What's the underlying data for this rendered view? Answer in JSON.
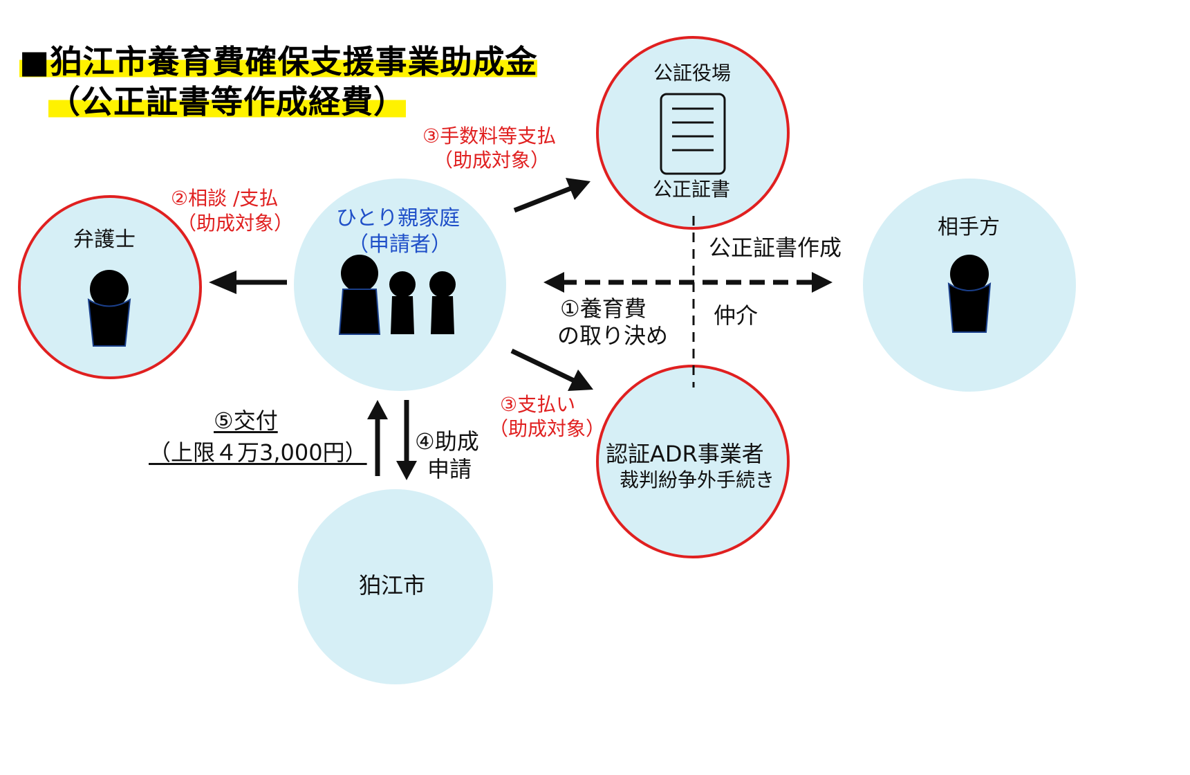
{
  "title": {
    "line1": "■狛江市養育費確保支援事業助成金",
    "line2": "（公正証書等作成経費）"
  },
  "nodes": {
    "lawyer": {
      "label": "弁護士"
    },
    "applicant": {
      "label": "ひとり親家庭",
      "sub": "（申請者）"
    },
    "notary": {
      "label": "公証役場",
      "doc_label": "公正証書"
    },
    "counterparty": {
      "label": "相手方"
    },
    "adr": {
      "label": "認証ADR事業者",
      "sub": "裁判紛争外手続き"
    },
    "city": {
      "label": "狛江市"
    }
  },
  "edges": {
    "consult": {
      "line1": "②相談 /支払",
      "line2": "（助成対象）"
    },
    "notary_fee": {
      "line1": "③手数料等支払",
      "line2": "（助成対象）"
    },
    "adr_pay": {
      "line1": "③支払い",
      "line2": "（助成対象）"
    },
    "agreement": {
      "line1": "①養育費",
      "line2": "の取り決め"
    },
    "notary_create": {
      "label": "公正証書作成"
    },
    "mediation": {
      "label": "仲介"
    },
    "apply": {
      "line1": "④助成",
      "line2": "申請"
    },
    "grant": {
      "line1": "⑤交付",
      "line2": "（上限４万3,000円）"
    }
  },
  "colors": {
    "node_fill": "#d6eff6",
    "highlight_border": "#e02020",
    "subsidy_text": "#e02020",
    "applicant_text": "#1f4fc8",
    "title_highlight": "#fff200"
  }
}
